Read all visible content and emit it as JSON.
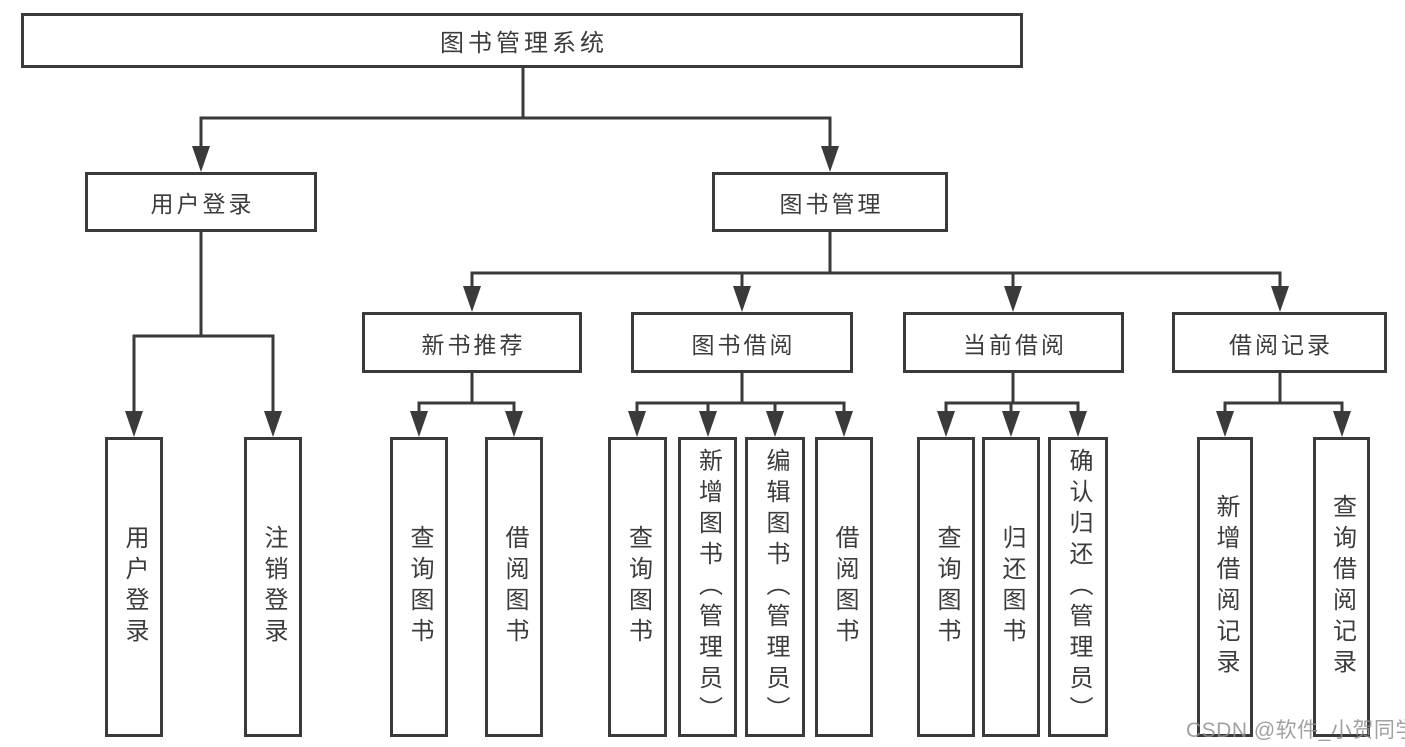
{
  "tree": {
    "root": {
      "label": "图书管理系统"
    },
    "children": [
      {
        "label": "用户登录",
        "children": [
          {
            "label": "用户登录"
          },
          {
            "label": "注销登录"
          }
        ]
      },
      {
        "label": "图书管理",
        "children": [
          {
            "label": "新书推荐",
            "children": [
              {
                "label": "查询图书"
              },
              {
                "label": "借阅图书"
              }
            ]
          },
          {
            "label": "图书借阅",
            "children": [
              {
                "label": "查询图书"
              },
              {
                "label": "新增图书（管理员）"
              },
              {
                "label": "编辑图书（管理员）"
              },
              {
                "label": "借阅图书"
              }
            ]
          },
          {
            "label": "当前借阅",
            "children": [
              {
                "label": "查询图书"
              },
              {
                "label": "归还图书"
              },
              {
                "label": "确认归还（管理员）"
              }
            ]
          },
          {
            "label": "借阅记录",
            "children": [
              {
                "label": "新增借阅记录"
              },
              {
                "label": "查询借阅记录"
              }
            ]
          }
        ]
      }
    ]
  },
  "watermark": "CSDN @软件_小贺同学",
  "colors": {
    "line": "#3a3a3a",
    "text": "#3c3c3c",
    "watermark": "#919191",
    "background": "#ffffff"
  }
}
